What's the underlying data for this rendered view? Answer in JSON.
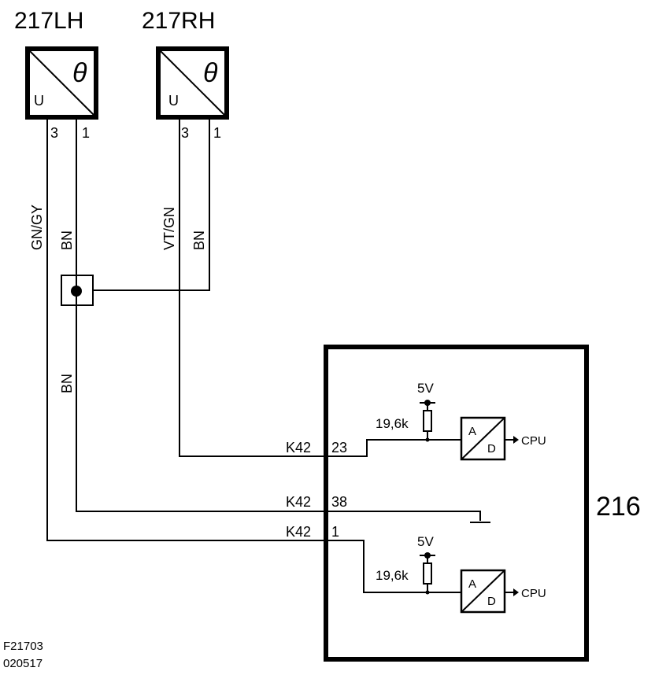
{
  "sensors": {
    "left": {
      "id": "217LH",
      "symbol_top": "θ",
      "symbol_bottom": "U",
      "pin_a": "3",
      "pin_b": "1"
    },
    "right": {
      "id": "217RH",
      "symbol_top": "θ",
      "symbol_bottom": "U",
      "pin_a": "3",
      "pin_b": "1"
    }
  },
  "wires": {
    "left_signal": "GN/GY",
    "left_ground": "BN",
    "right_signal": "VT/GN",
    "right_ground": "BN",
    "common_ground": "BN"
  },
  "ecu": {
    "id": "216",
    "pins": [
      {
        "connector": "K42",
        "pin": "23"
      },
      {
        "connector": "K42",
        "pin": "38"
      },
      {
        "connector": "K42",
        "pin": "1"
      }
    ],
    "channels": [
      {
        "supply": "5V",
        "resistor": "19,6k",
        "converter_top": "A",
        "converter_bottom": "D",
        "output": "CPU"
      },
      {
        "supply": "5V",
        "resistor": "19,6k",
        "converter_top": "A",
        "converter_bottom": "D",
        "output": "CPU"
      }
    ]
  },
  "footer": {
    "figure_id": "F21703",
    "date_code": "020517"
  }
}
